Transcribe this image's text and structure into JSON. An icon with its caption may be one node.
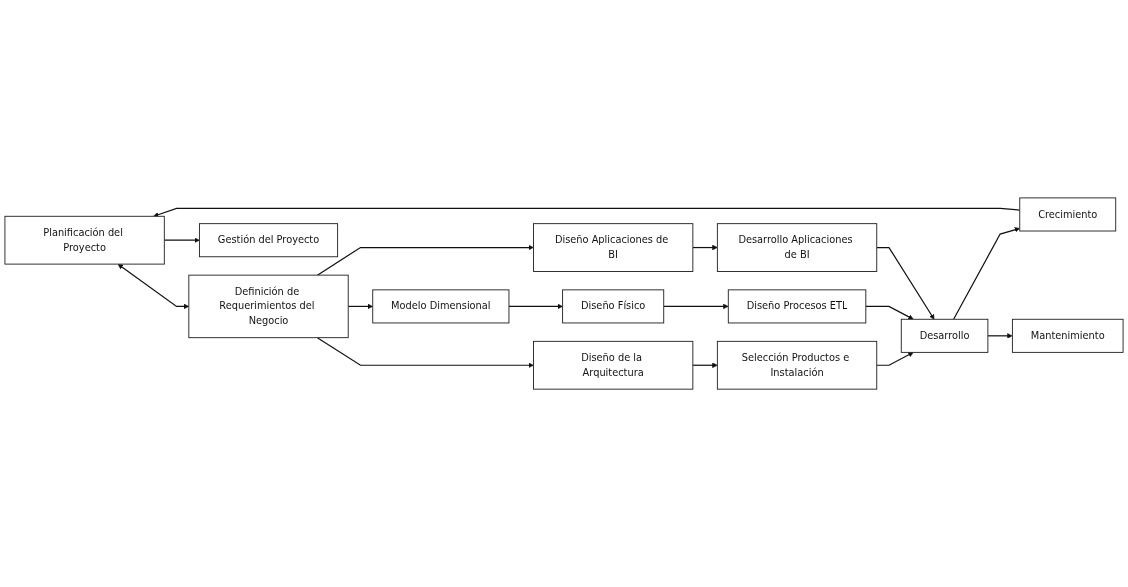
{
  "diagram": {
    "nodes": [
      {
        "text": [
          "Planificación del Proyecto"
        ]
      },
      {
        "text": [
          "Definición de Requerimientos del Negocio"
        ]
      },
      {
        "text": [
          "Diseño de la Arquitectura"
        ]
      },
      {
        "text": [
          "Selección Productos e Instalación"
        ]
      },
      {
        "text": [
          "Modelo Dimensional"
        ]
      },
      {
        "text": [
          "Diseño Físico"
        ]
      },
      {
        "text": [
          "Diseño Procesos ETL"
        ]
      },
      {
        "text": [
          "Diseño Aplicaciones de BI"
        ]
      },
      {
        "text": [
          "Desarrollo Aplicaciones de BI"
        ]
      },
      {
        "text": [
          "Desarrollo"
        ]
      },
      {
        "text": [
          "Crecimiento"
        ]
      },
      {
        "text": [
          "Mantenimiento"
        ]
      },
      {
        "text": [
          "Gestión del Proyecto"
        ]
      }
    ],
    "edges": [
      {
        "from": 0,
        "to": 1,
        "arrow": "both"
      },
      {
        "from": 1,
        "to": 2,
        "arrow": "to"
      },
      {
        "from": 1,
        "to": 4,
        "arrow": "to"
      },
      {
        "from": 1,
        "to": 7,
        "arrow": "to"
      },
      {
        "from": 2,
        "to": 3,
        "arrow": "to"
      },
      {
        "from": 4,
        "to": 5,
        "arrow": "to"
      },
      {
        "from": 5,
        "to": 6,
        "arrow": "to"
      },
      {
        "from": 7,
        "to": 8,
        "arrow": "to"
      },
      {
        "from": 3,
        "to": 9,
        "arrow": "to"
      },
      {
        "from": 6,
        "to": 9,
        "arrow": "to"
      },
      {
        "from": 8,
        "to": 9,
        "arrow": "to"
      },
      {
        "from": 9,
        "to": 10,
        "arrow": "to"
      },
      {
        "from": 9,
        "to": 11,
        "arrow": "to"
      },
      {
        "from": 10,
        "to": 0,
        "arrow": "to"
      },
      {
        "from": 0,
        "to": 12,
        "arrow": "to"
      }
    ]
  }
}
